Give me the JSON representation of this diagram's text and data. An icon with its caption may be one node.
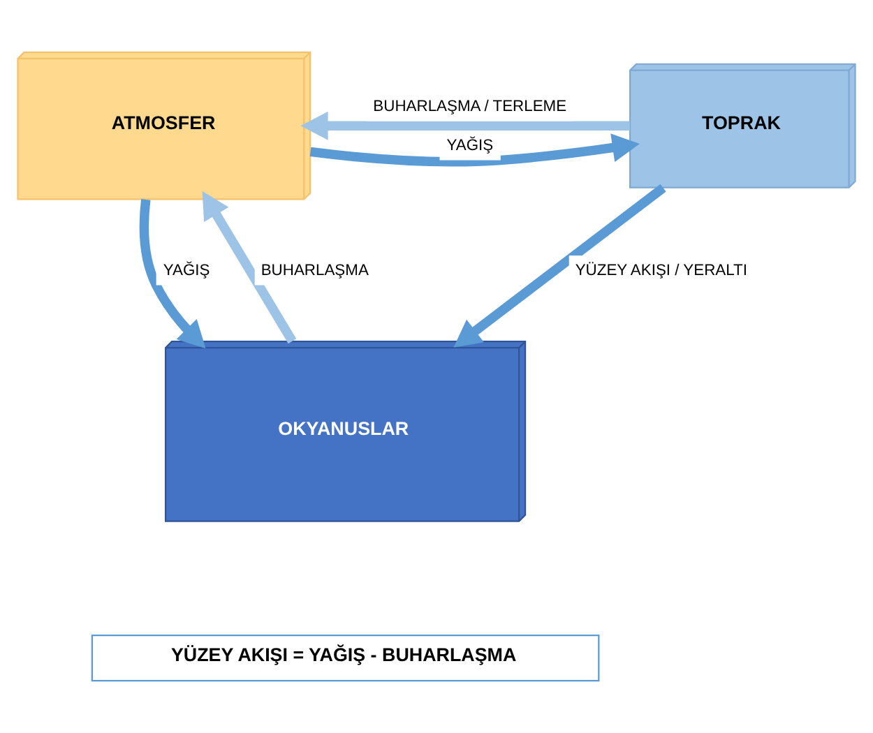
{
  "diagram": {
    "nodes": [
      {
        "text": [
          "ATMOSFER"
        ]
      },
      {
        "text": [
          "TOPRAK"
        ]
      },
      {
        "text": [
          "OKYANUSLAR"
        ]
      },
      {
        "text": [
          "YÜZEY AKIŞI = YAĞIŞ - BUHARLAŞMA"
        ]
      }
    ],
    "edges": [
      {
        "from": 1,
        "to": 0,
        "arrow": "to",
        "label": "BUHARLAŞMA / TERLEME",
        "color": "#9dc3e6"
      },
      {
        "from": 0,
        "to": 1,
        "arrow": "to",
        "label": "YAĞIŞ"
      },
      {
        "from": 2,
        "to": 0,
        "arrow": "to",
        "label": "BUHARLAŞMA",
        "color": "#9dc3e6"
      },
      {
        "from": 0,
        "to": 2,
        "arrow": "to",
        "label": "YAĞIŞ"
      },
      {
        "from": 1,
        "to": 2,
        "arrow": "to",
        "label": "YÜZEY AKIŞI / YERALTI"
      }
    ]
  }
}
